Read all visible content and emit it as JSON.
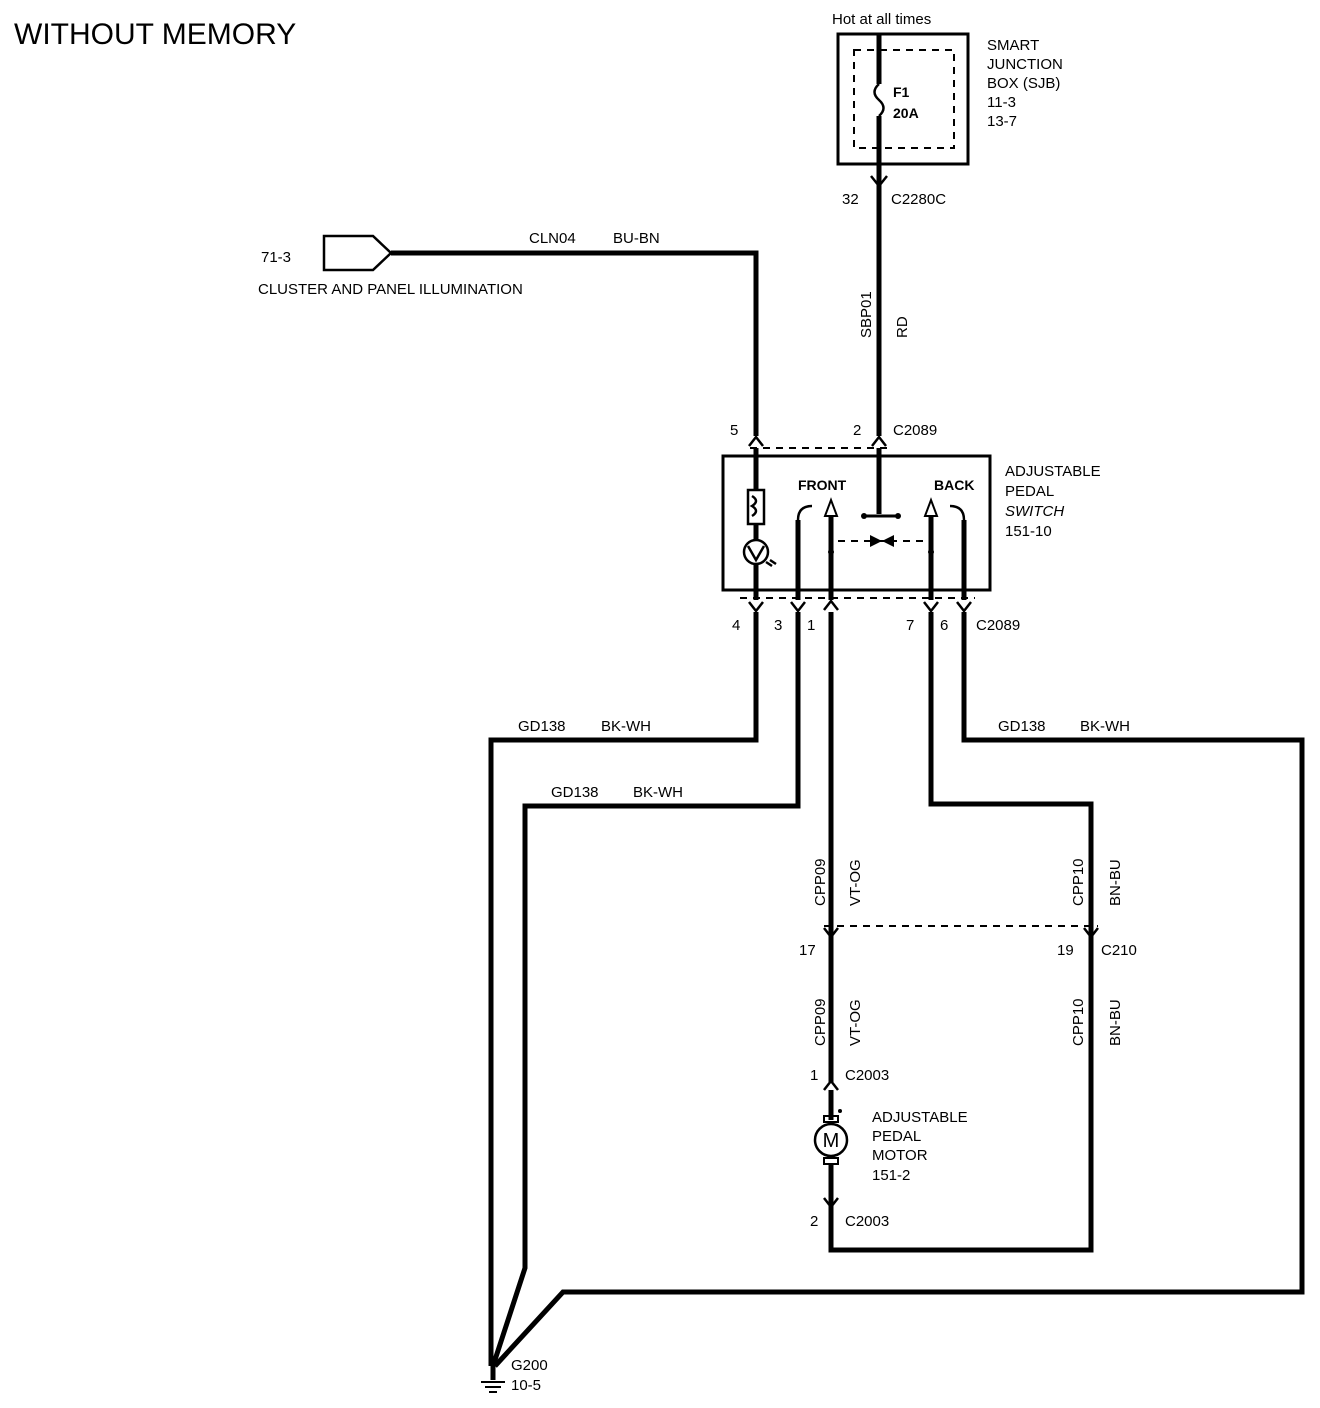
{
  "title": "WITHOUT MEMORY",
  "sjb": {
    "power_label": "Hot at all times",
    "name_lines": [
      "SMART",
      "JUNCTION",
      "BOX (SJB)",
      "11-3",
      "13-7"
    ],
    "fuse_name": "F1",
    "fuse_rating": "20A",
    "connector": "C2280C",
    "pin": "32"
  },
  "wire_sbp01": {
    "circuit": "SBP01",
    "color": "RD"
  },
  "illumination": {
    "ref": "71-3",
    "label": "CLUSTER AND PANEL ILLUMINATION",
    "circuit": "CLN04",
    "color": "BU-BN"
  },
  "switch": {
    "name_lines": [
      "ADJUSTABLE",
      "PEDAL",
      "SWITCH",
      "151-10"
    ],
    "front_label": "FRONT",
    "back_label": "BACK",
    "connector": "C2089",
    "top_pins": [
      "5",
      "2"
    ],
    "bottom_pins": [
      "4",
      "3",
      "1",
      "7",
      "6"
    ]
  },
  "ground_wires": [
    {
      "circuit": "GD138",
      "color": "BK-WH"
    },
    {
      "circuit": "GD138",
      "color": "BK-WH"
    },
    {
      "circuit": "GD138",
      "color": "BK-WH"
    }
  ],
  "wire_cpp09_upper": {
    "circuit": "CPP09",
    "color": "VT-OG"
  },
  "wire_cpp10_upper": {
    "circuit": "CPP10",
    "color": "BN-BU"
  },
  "c210": {
    "connector": "C210",
    "pins": [
      "17",
      "19"
    ]
  },
  "wire_cpp09_lower": {
    "circuit": "CPP09",
    "color": "VT-OG"
  },
  "wire_cpp10_lower": {
    "circuit": "CPP10",
    "color": "BN-BU"
  },
  "motor": {
    "name_lines": [
      "ADJUSTABLE",
      "PEDAL",
      "MOTOR",
      "151-2"
    ],
    "symbol": "M",
    "connector": "C2003",
    "pins": [
      "1",
      "2"
    ]
  },
  "ground": {
    "name": "G200",
    "ref": "10-5"
  }
}
